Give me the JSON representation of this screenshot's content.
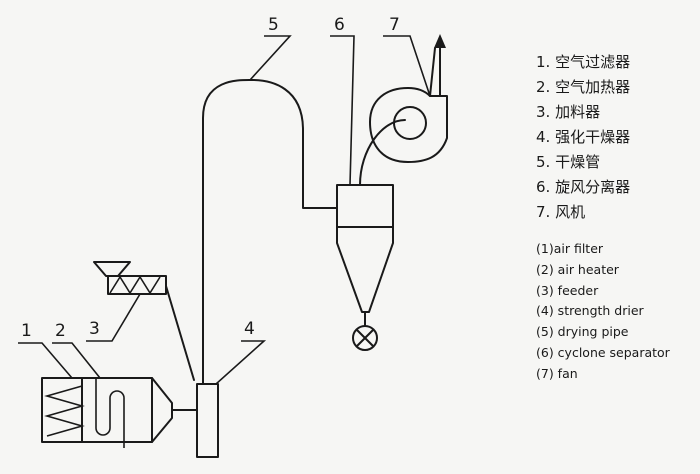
{
  "callouts": [
    "1",
    "2",
    "3",
    "4",
    "5",
    "6",
    "7"
  ],
  "legend_cn": [
    "1. 空气过滤器",
    "2. 空气加热器",
    "3. 加料器",
    "4. 强化干燥器",
    "5. 干燥管",
    "6. 旋风分离器",
    "7. 风机"
  ],
  "legend_en": [
    "(1)air filter",
    "(2) air heater",
    "(3) feeder",
    "(4) strength drier",
    "(5) drying pipe",
    "(6) cyclone separator",
    "(7) fan"
  ]
}
